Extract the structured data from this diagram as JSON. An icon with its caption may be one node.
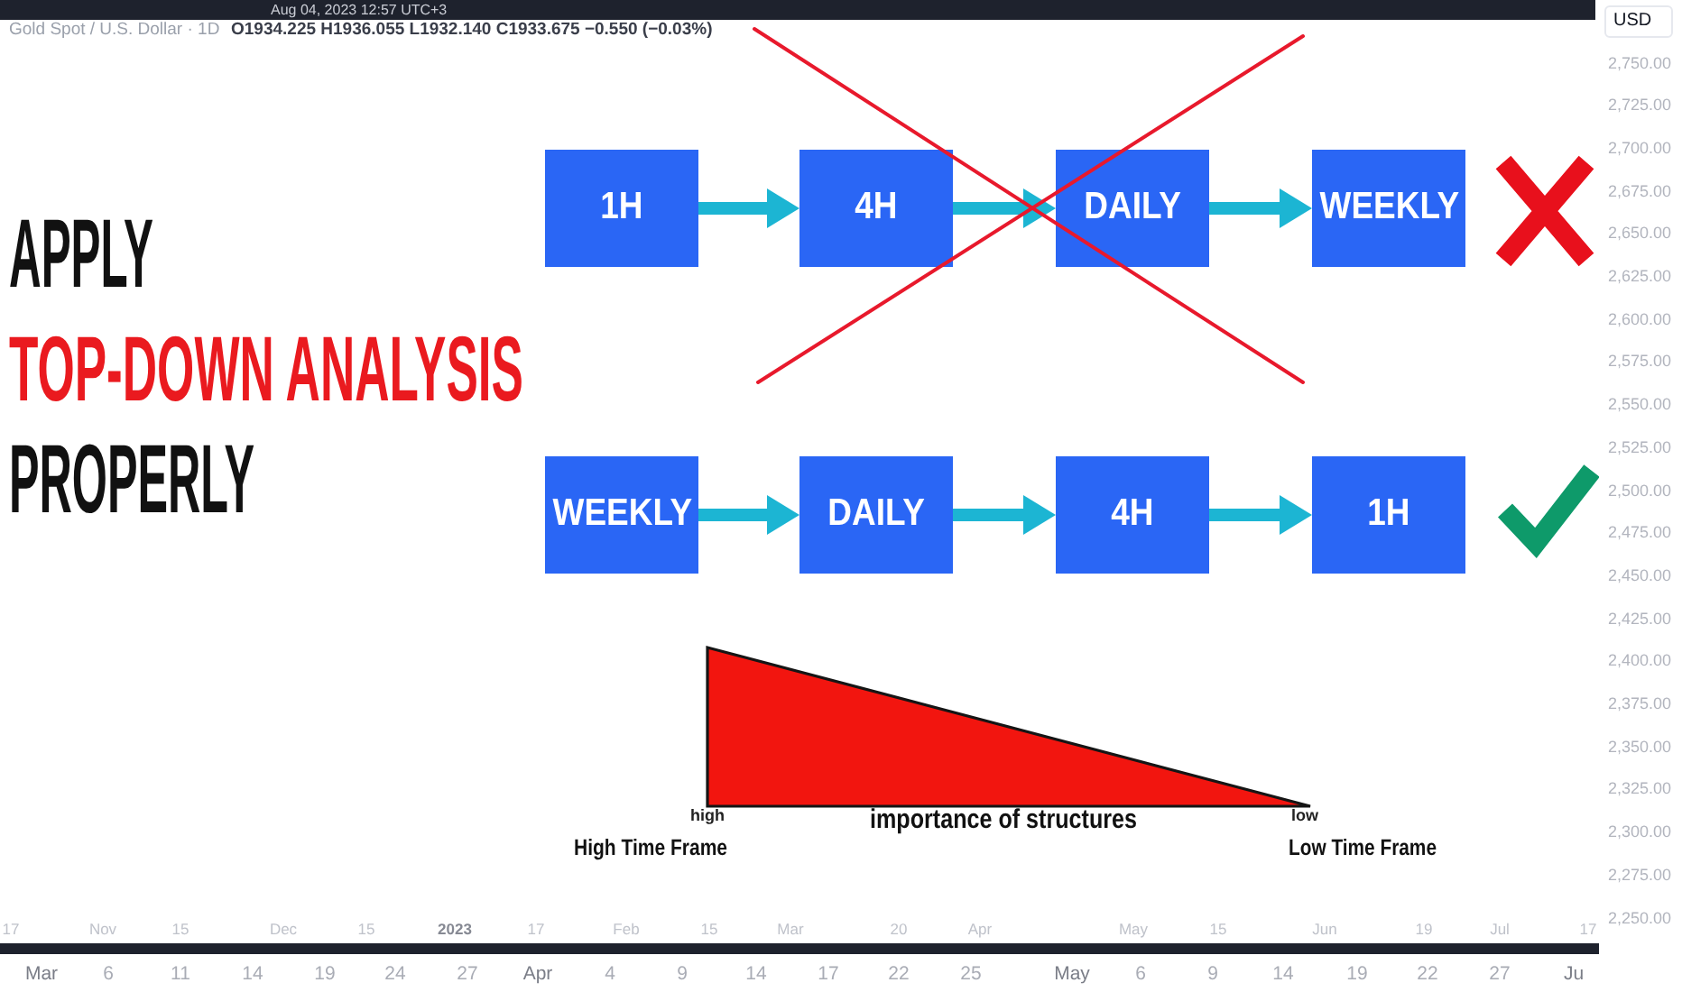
{
  "diagram": {
    "nodes": [
      {
        "text": [
          "1H"
        ]
      },
      {
        "text": [
          "4H"
        ]
      },
      {
        "text": [
          "DAILY"
        ]
      },
      {
        "text": [
          "WEEKLY"
        ]
      },
      {
        "text": [
          "WEEKLY"
        ]
      },
      {
        "text": [
          "DAILY"
        ]
      },
      {
        "text": [
          "4H"
        ]
      },
      {
        "text": [
          "1H"
        ]
      },
      {
        "text": [],
        "shape": "triangle",
        "beside": [
          "high",
          "importance of structures",
          "low",
          "High Time Frame",
          "Low Time Frame"
        ]
      }
    ],
    "edges": [
      {
        "from": 0,
        "to": 1,
        "arrow": "to"
      },
      {
        "from": 1,
        "to": 2,
        "arrow": "to"
      },
      {
        "from": 2,
        "to": 3,
        "arrow": "to"
      },
      {
        "from": 4,
        "to": 5,
        "arrow": "to"
      },
      {
        "from": 5,
        "to": 6,
        "arrow": "to"
      },
      {
        "from": 6,
        "to": 7,
        "arrow": "to"
      }
    ],
    "labels": [
      "Aug 04, 2023 12:57 UTC+3",
      "Gold Spot / U.S. Dollar · 1D",
      "O1934.225 H1936.055 L1932.140 C1933.675 −0.550 (−0.03%)",
      "USD",
      "APPLY",
      "TOP-DOWN ANALYSIS",
      "PROPERLY",
      "2,750.00",
      "2,725.00",
      "2,700.00",
      "2,675.00",
      "2,650.00",
      "2,625.00",
      "2,600.00",
      "2,575.00",
      "2,550.00",
      "2,525.00",
      "2,500.00",
      "2,475.00",
      "2,450.00",
      "2,425.00",
      "2,400.00",
      "2,375.00",
      "2,350.00",
      "2,325.00",
      "2,300.00",
      "2,275.00",
      "2,250.00",
      "17",
      "Nov",
      "15",
      "Dec",
      "15",
      "2023",
      "17",
      "Feb",
      "15",
      "Mar",
      "20",
      "Apr",
      "May",
      "15",
      "Jun",
      "19",
      "Jul",
      "17",
      "Mar",
      "6",
      "11",
      "14",
      "19",
      "24",
      "27",
      "Apr",
      "4",
      "9",
      "14",
      "17",
      "22",
      "25",
      "May",
      "6",
      "9",
      "14",
      "19",
      "22",
      "27",
      "Ju"
    ]
  }
}
